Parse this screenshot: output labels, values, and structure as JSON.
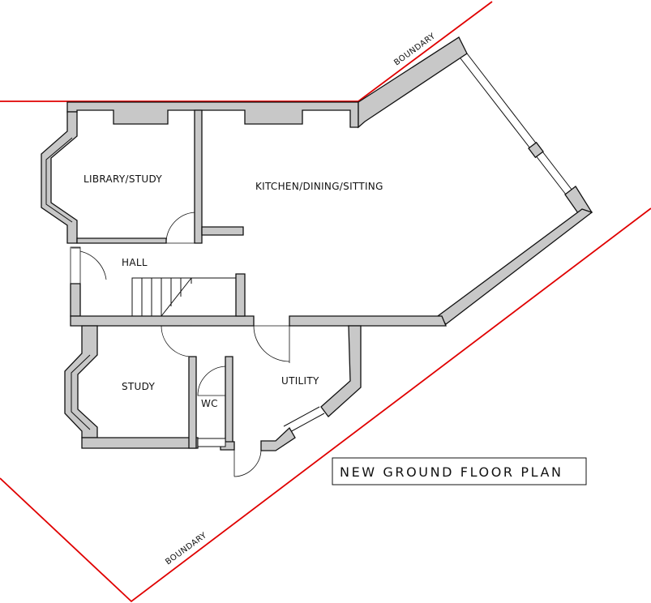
{
  "drawing": {
    "title": "NEW GROUND FLOOR PLAN",
    "boundary_label_top": "BOUNDARY",
    "boundary_label_bottom": "BOUNDARY",
    "colors": {
      "boundary": "#e00000",
      "wall_fill": "#c8c8c8",
      "line": "#111111"
    }
  },
  "rooms": {
    "library_study": "LIBRARY/STUDY",
    "kitchen": "KITCHEN/DINING/SITTING",
    "hall": "HALL",
    "study": "STUDY",
    "wc": "WC",
    "utility": "UTILITY"
  }
}
